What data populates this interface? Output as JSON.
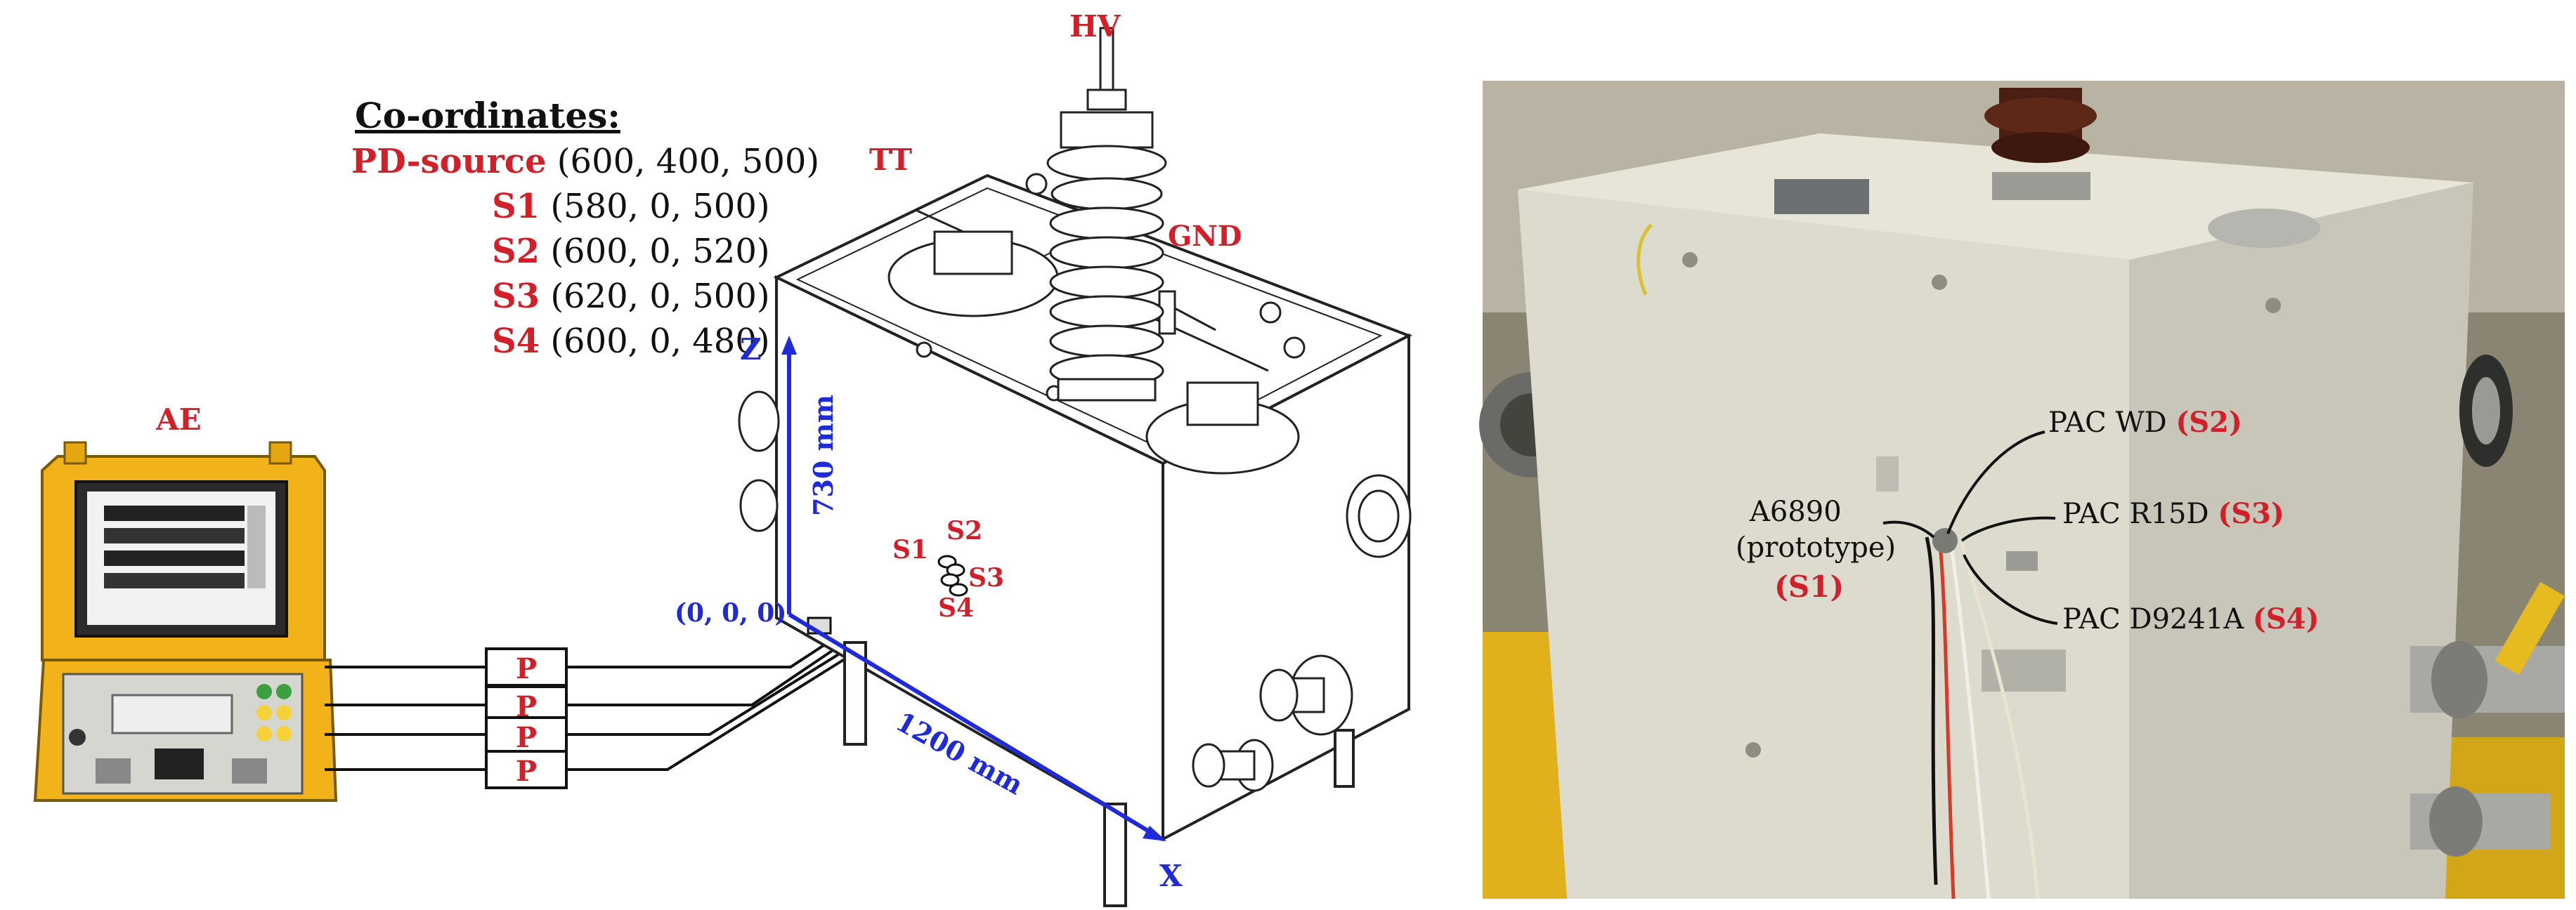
{
  "coordinates": {
    "heading": "Co-ordinates:",
    "rows": [
      {
        "label": "PD-source",
        "value": "(600, 400, 500)"
      },
      {
        "label": "S1",
        "value": "(580, 0, 500)"
      },
      {
        "label": "S2",
        "value": "(600, 0, 520)"
      },
      {
        "label": "S3",
        "value": "(620, 0, 500)"
      },
      {
        "label": "S4",
        "value": "(600, 0, 480)"
      }
    ]
  },
  "labels": {
    "hv": "HV",
    "tt": "TT",
    "gnd": "GND",
    "ae": "AE",
    "preamp": "P",
    "z_axis": "Z",
    "x_axis": "X",
    "z_dim": "730 mm",
    "x_dim": "1200 mm",
    "origin": "(0, 0, 0)",
    "s1": "S1",
    "s2": "S2",
    "s3": "S3",
    "s4": "S4"
  },
  "photo_labels": {
    "a6890": "A6890",
    "prototype": "(prototype)",
    "s1": "(S1)",
    "pac_wd": "PAC WD",
    "s2": "(S2)",
    "pac_r15d": "PAC R15D",
    "s3": "(S3)",
    "pac_d9241a": "PAC D9241A",
    "s4": "(S4)"
  },
  "colors": {
    "accent_red": "#d0202a",
    "axis_blue": "#1f2ad8",
    "ae_yellow": "#f2b21a",
    "tank_cream": "#dcdbcd"
  }
}
